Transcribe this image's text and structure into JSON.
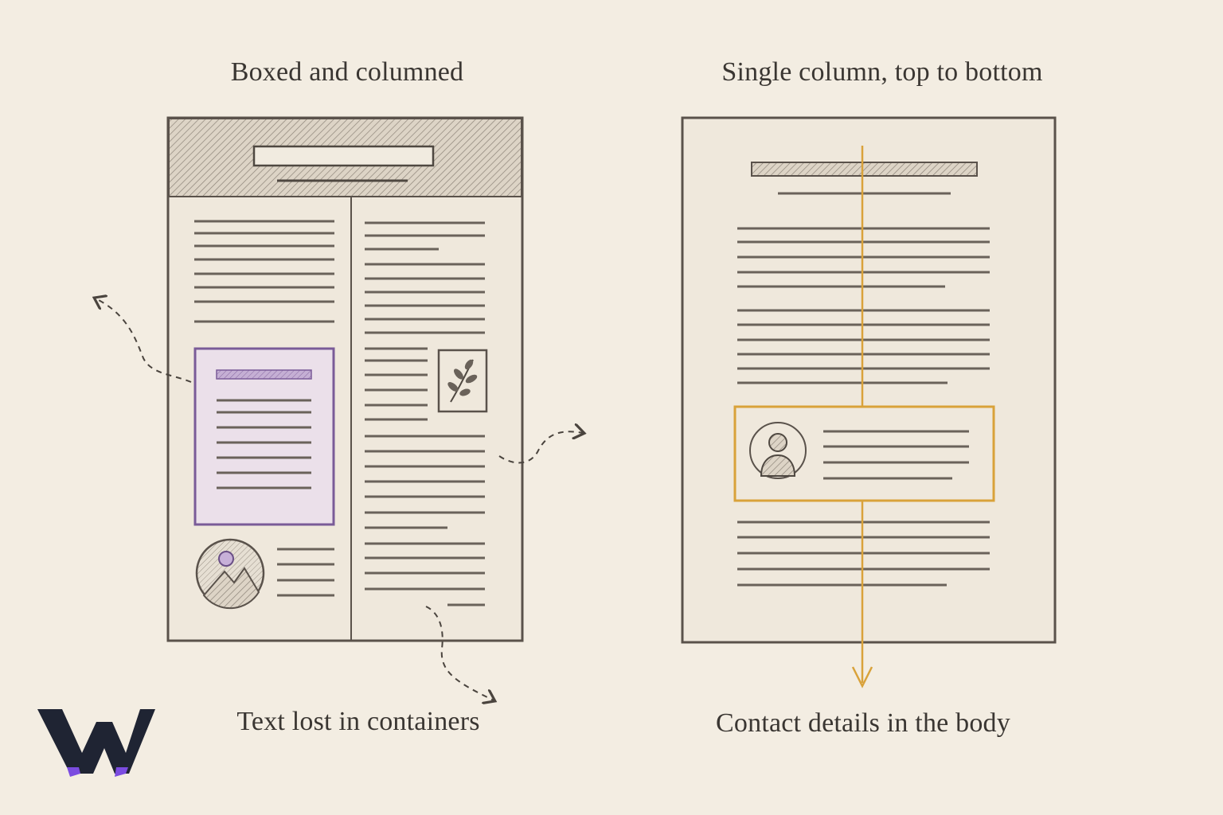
{
  "left_panel": {
    "title": "Boxed and columned",
    "caption": "Text lost in containers"
  },
  "right_panel": {
    "title": "Single column, top to bottom",
    "caption": "Contact details in the body"
  },
  "colors": {
    "background": "#f3ede2",
    "ink": "#5a524b",
    "sidebar_box_accent": "#8a5aa8",
    "sidebar_box_fill": "#ece1ec",
    "flow_arrow_accent": "#d9a23a",
    "logo_dark": "#1f2433",
    "logo_accent": "#7b4ce0"
  },
  "icons": [
    "leaf-icon",
    "landscape-image-icon",
    "person-avatar-icon",
    "logo-w-icon"
  ]
}
